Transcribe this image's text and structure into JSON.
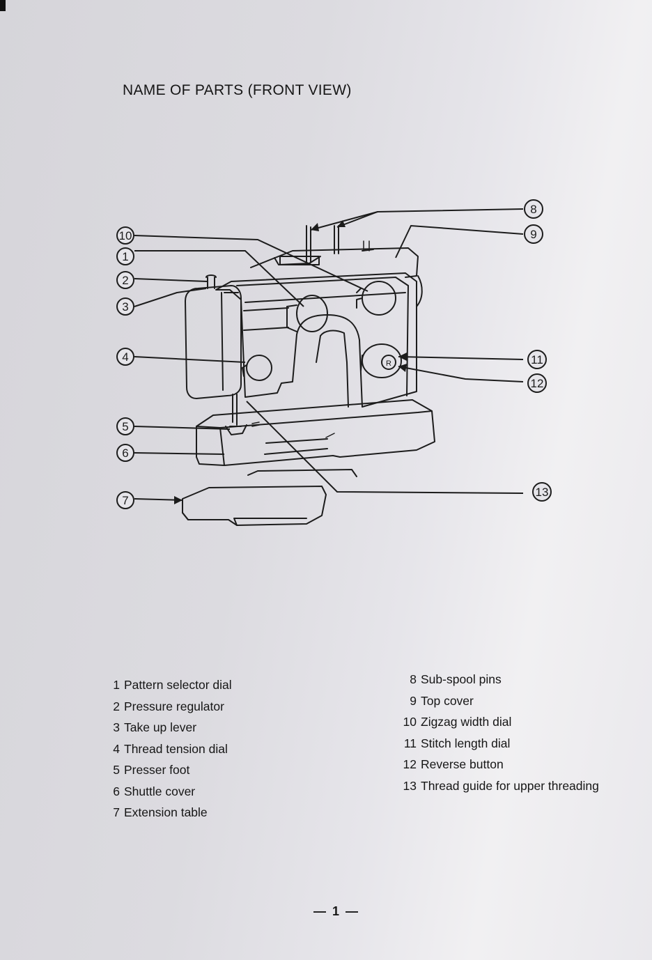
{
  "title": "NAME OF PARTS (FRONT VIEW)",
  "callouts": [
    "1",
    "2",
    "3",
    "4",
    "5",
    "6",
    "7",
    "8",
    "9",
    "10",
    "11",
    "12",
    "13"
  ],
  "dial_letter": "R",
  "parts_left": [
    {
      "num": "1",
      "label": "Pattern selector dial"
    },
    {
      "num": "2",
      "label": "Pressure regulator"
    },
    {
      "num": "3",
      "label": "Take up lever"
    },
    {
      "num": "4",
      "label": "Thread tension dial"
    },
    {
      "num": "5",
      "label": "Presser foot"
    },
    {
      "num": "6",
      "label": "Shuttle cover"
    },
    {
      "num": "7",
      "label": "Extension table"
    }
  ],
  "parts_right": [
    {
      "num": "8",
      "label": "Sub-spool pins"
    },
    {
      "num": "9",
      "label": "Top cover"
    },
    {
      "num": "10",
      "label": "Zigzag width dial"
    },
    {
      "num": "11",
      "label": "Stitch length dial"
    },
    {
      "num": "12",
      "label": "Reverse button"
    },
    {
      "num": "13",
      "label": "Thread guide for upper threading"
    }
  ],
  "page_number": "— 1 —"
}
